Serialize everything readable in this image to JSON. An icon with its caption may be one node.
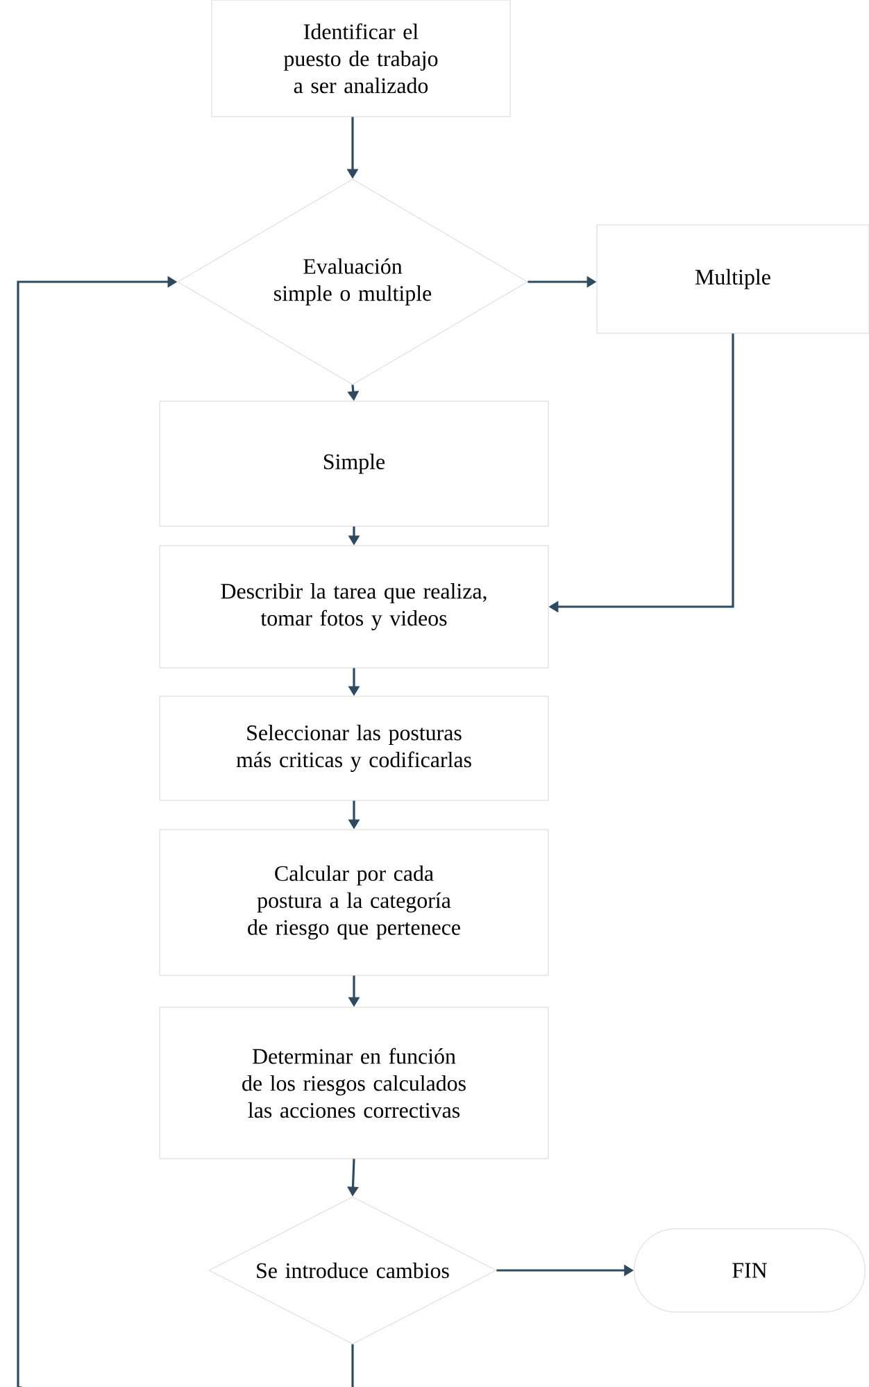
{
  "diagram": {
    "nodes": [
      {
        "text": [
          "Identificar el puesto de trabajo a ser analizado"
        ]
      },
      {
        "text": [
          "Evaluación simple o multiple"
        ]
      },
      {
        "text": [
          "Multiple"
        ]
      },
      {
        "text": [
          "Simple"
        ]
      },
      {
        "text": [
          "Describir la tarea que realiza, tomar fotos y videos"
        ]
      },
      {
        "text": [
          "Seleccionar las posturas más criticas y codificarlas"
        ]
      },
      {
        "text": [
          "Calcular por cada postura a la categoría de riesgo que pertenece"
        ]
      },
      {
        "text": [
          "Determinar en función de los riesgos calculados las acciones correctivas"
        ]
      },
      {
        "text": [
          "Se introduce cambios"
        ]
      },
      {
        "text": [
          "FIN"
        ]
      }
    ],
    "edges": [
      {
        "from": 0,
        "to": 1,
        "arrow": "to"
      },
      {
        "from": 1,
        "to": 2,
        "arrow": "to"
      },
      {
        "from": 1,
        "to": 3,
        "arrow": "to"
      },
      {
        "from": 3,
        "to": 4,
        "arrow": "to"
      },
      {
        "from": 2,
        "to": 4,
        "arrow": "to"
      },
      {
        "from": 4,
        "to": 5,
        "arrow": "to"
      },
      {
        "from": 5,
        "to": 6,
        "arrow": "to"
      },
      {
        "from": 6,
        "to": 7,
        "arrow": "to"
      },
      {
        "from": 7,
        "to": 8,
        "arrow": "to"
      },
      {
        "from": 8,
        "to": 9,
        "arrow": "to"
      },
      {
        "from": 8,
        "to": 1,
        "arrow": "to"
      }
    ]
  }
}
